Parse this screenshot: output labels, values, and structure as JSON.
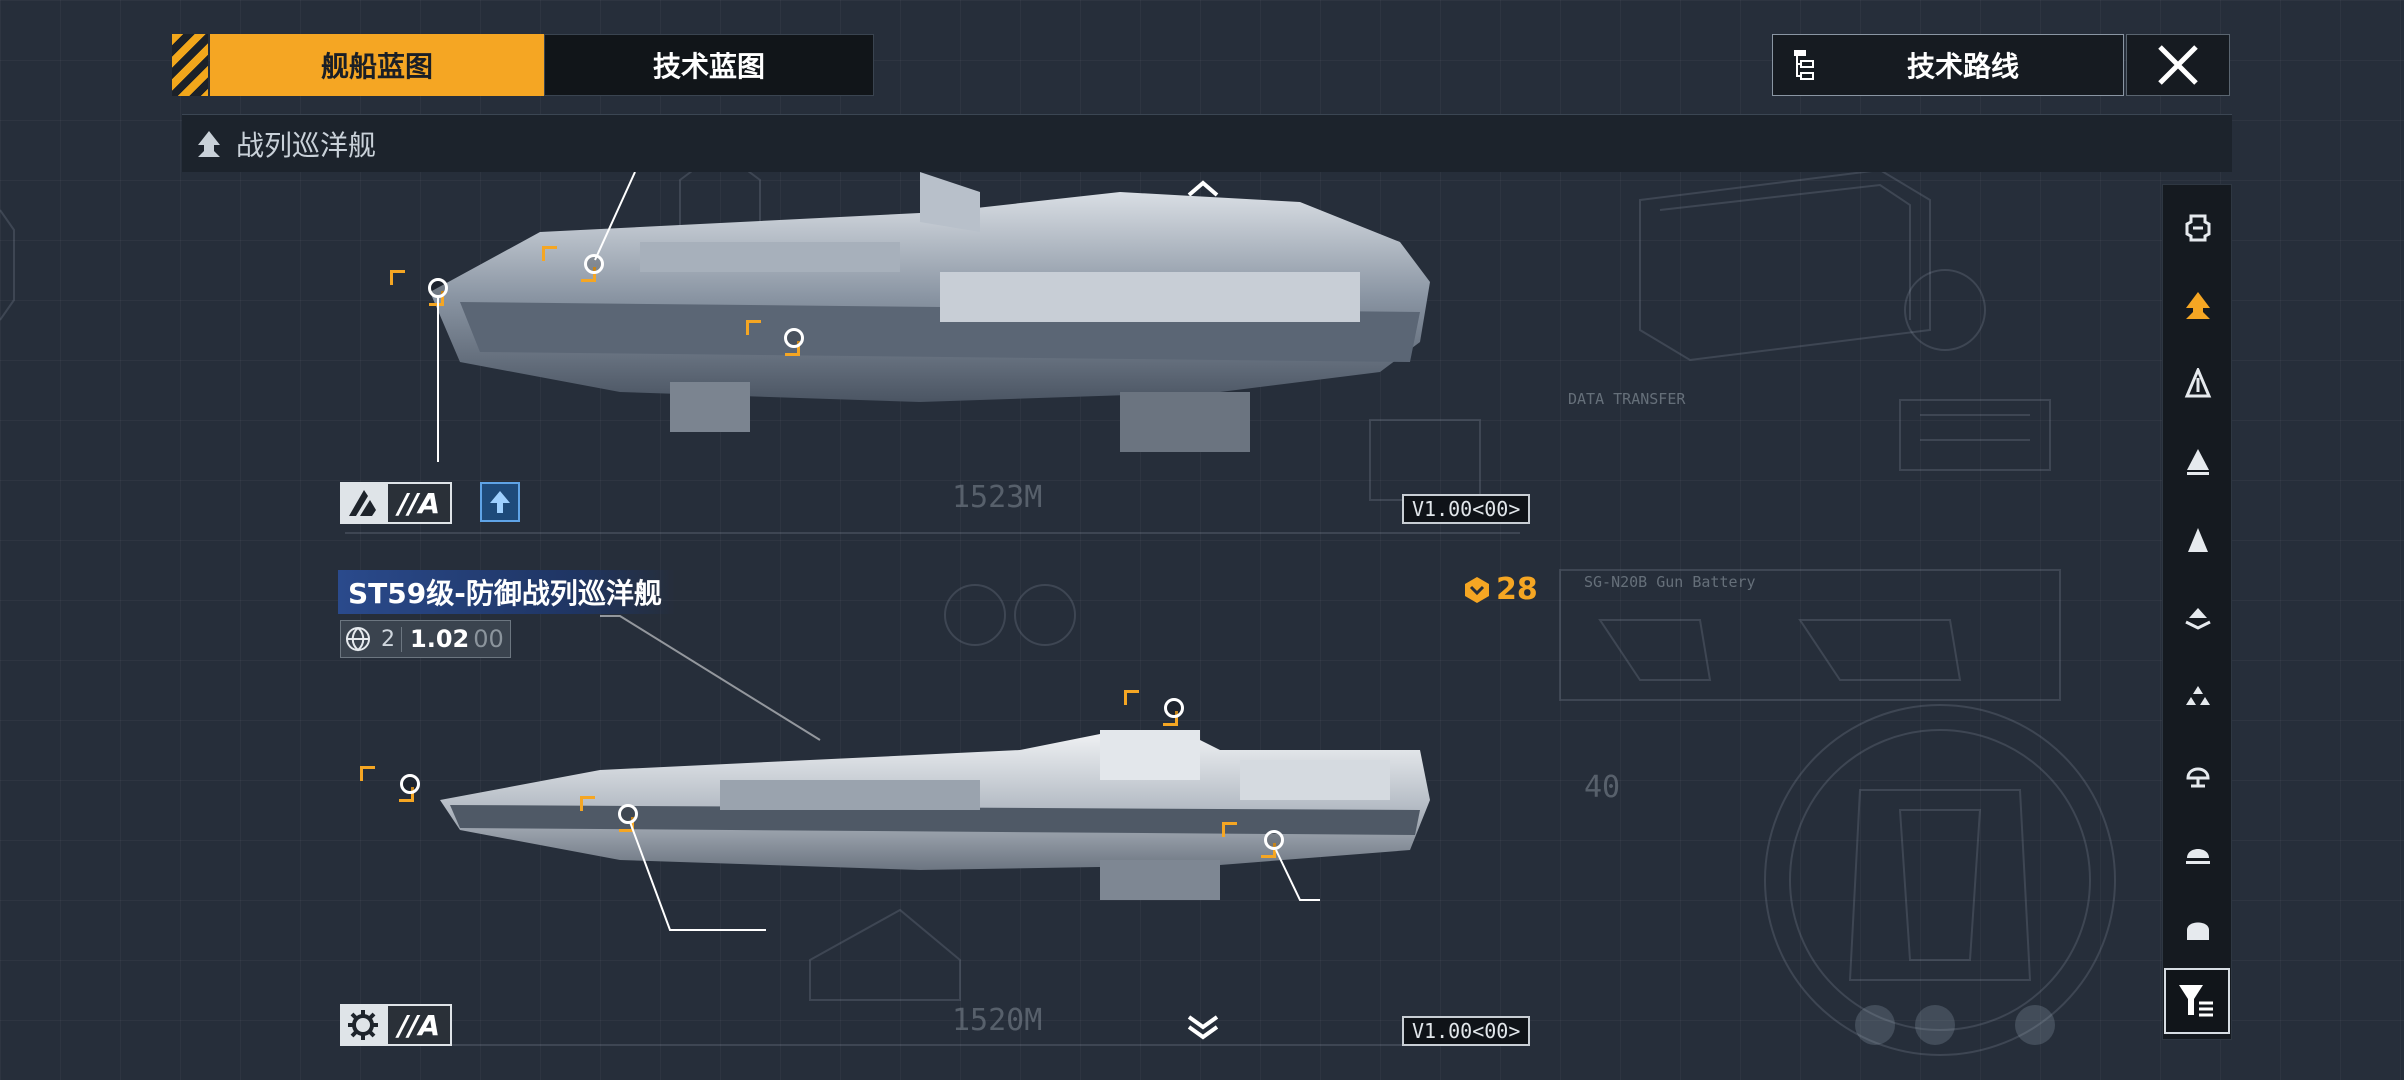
{
  "header": {
    "tabs": [
      {
        "label": "舰船蓝图",
        "active": true
      },
      {
        "label": "技术蓝图",
        "active": false
      }
    ],
    "tech_route_label": "技术路线",
    "close_icon": "close-icon"
  },
  "category": {
    "icon": "ship-class-icon",
    "name": "战列巡洋舰"
  },
  "side_filter": {
    "items": [
      {
        "icon": "carrier-icon",
        "selected": false
      },
      {
        "icon": "battlecruiser-icon",
        "selected": true
      },
      {
        "icon": "cruiser-icon",
        "selected": false
      },
      {
        "icon": "destroyer-icon",
        "selected": false
      },
      {
        "icon": "frigate-icon",
        "selected": false
      },
      {
        "icon": "corvette-icon",
        "selected": false
      },
      {
        "icon": "aircraft-icon",
        "selected": false
      },
      {
        "icon": "auxiliary-icon",
        "selected": false
      },
      {
        "icon": "support-icon",
        "selected": false
      },
      {
        "icon": "other-ship-icon",
        "selected": false
      }
    ],
    "filter_icon": "filter-icon"
  },
  "ships": [
    {
      "grade": "//A",
      "upgrade_icon": "arrow-up-icon",
      "length_label": "1523M",
      "version_tag": "V1.00<00>"
    },
    {
      "name": "ST59级-防御战列巡洋舰",
      "level": "2",
      "version_main": "1.02",
      "version_sub": "00",
      "count": "28",
      "grade": "//A",
      "length_label": "1520M",
      "version_tag": "V1.00<00>"
    }
  ],
  "background_text": {
    "data_transfer": "DATA TRANSFER",
    "gun_battery": "SG-N20B Gun Battery",
    "number_40": "40"
  },
  "colors": {
    "accent": "#f5a623",
    "panel": "#151a20",
    "background": "#262e3a",
    "name_banner": "#2a4a8c"
  }
}
